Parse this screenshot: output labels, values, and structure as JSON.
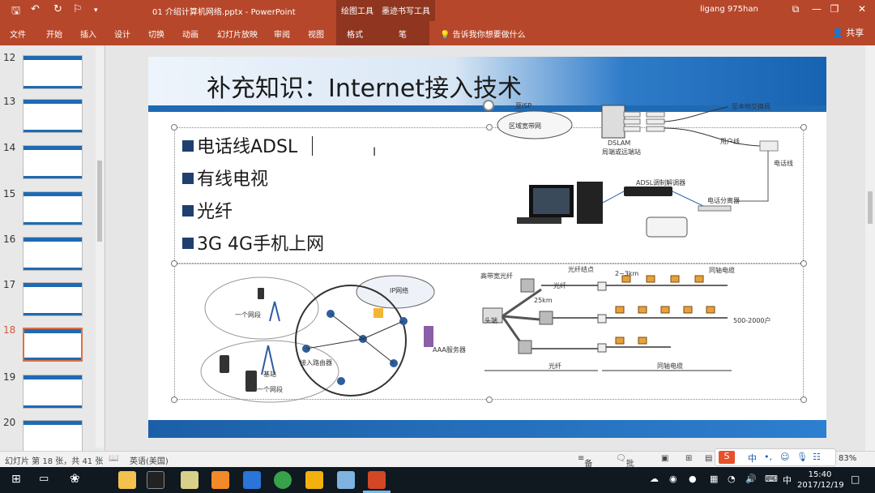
{
  "titlebar": {
    "document_title": "01 介绍计算机网络.pptx  -  PowerPoint",
    "context_tab_drawing": "绘图工具",
    "context_tab_ink": "墨迹书写工具",
    "user": "ligang 975han"
  },
  "ribbon": {
    "tabs": [
      "文件",
      "开始",
      "插入",
      "设计",
      "切换",
      "动画",
      "幻灯片放映",
      "审阅",
      "视图",
      "格式",
      "笔"
    ],
    "tell_me": "告诉我你想要做什么",
    "share": "共享"
  },
  "thumbnails": [
    {
      "num": "12"
    },
    {
      "num": "13"
    },
    {
      "num": "14"
    },
    {
      "num": "15"
    },
    {
      "num": "16"
    },
    {
      "num": "17"
    },
    {
      "num": "18"
    },
    {
      "num": "19"
    },
    {
      "num": "20"
    }
  ],
  "slide": {
    "title": "补充知识：Internet接入技术",
    "bullets": [
      "电话线ADSL",
      "有线电视",
      "光纤",
      "3G 4G手机上网"
    ],
    "adsl_diagram": {
      "isp": "至ISP",
      "regional_net": "区域宽带网",
      "dslam": "DSLAM",
      "dslam_caption": "局端或远端站",
      "voice_switch": "至本地交换局",
      "user_line": "用户线",
      "phone_line": "电话线",
      "modem": "ADSL调制解调器",
      "splitter": "电话分离器"
    },
    "cable_diagram": {
      "hfc_fiber": "高带宽光纤",
      "fiber_node": "光纤结点",
      "coax": "同轴电缆",
      "fiber": "光纤",
      "distance_1": "2~3km",
      "distance_2": "25km",
      "headend": "头端",
      "households": "500-2000户",
      "bottom_fiber": "光纤",
      "bottom_coax": "同轴电缆"
    },
    "mobile_diagram": {
      "ip_network": "IP网络",
      "cell_1": "一个网段",
      "cell_2": "一个网段",
      "base_station": "基站",
      "access_router": "接入路由器",
      "aaa": "AAA服务器"
    }
  },
  "status": {
    "slide_info": "幻灯片 第 18 张，共 41 张",
    "language": "英语(美国)",
    "notes": "备注",
    "comments": "批注",
    "zoom": "83%"
  },
  "taskbar": {
    "time": "15:40",
    "date": "2017/12/19",
    "ime": "中"
  },
  "colors": {
    "accent": "#b7472a",
    "slide_blue": "#1f6ab3",
    "selected_thumb": "#e0703c"
  }
}
